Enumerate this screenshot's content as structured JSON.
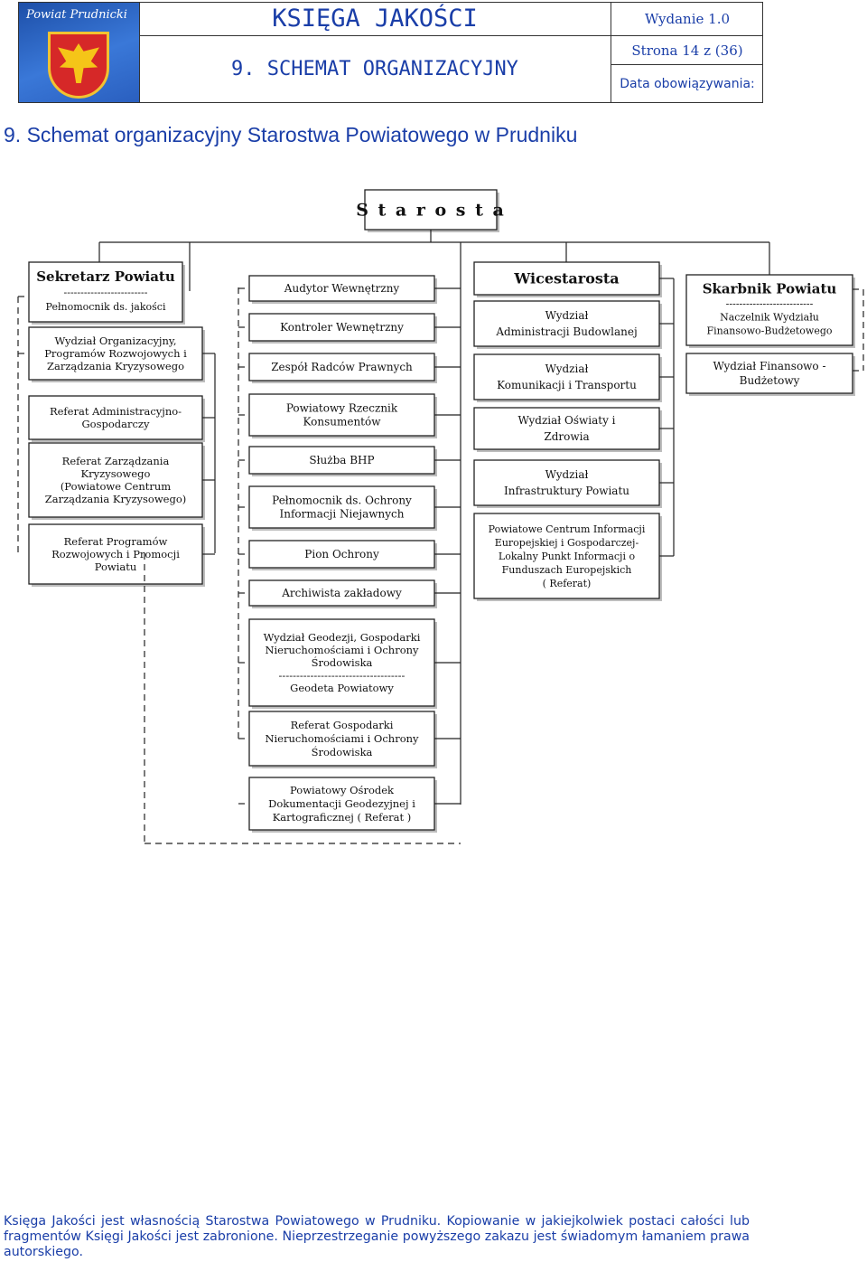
{
  "header": {
    "logo_text": "Powiat Prudnicki",
    "title": "KSIĘGA JAKOŚCI",
    "subtitle": "9. SCHEMAT ORGANIZACYJNY",
    "edition": "Wydanie 1.0",
    "page": "Strona 14 z (36)",
    "valid_from": "Data obowiązywania:"
  },
  "page_title": "9. Schemat organizacyjny Starostwa Powiatowego w Prudniku",
  "org_chart": {
    "root": "S t a r o s t a",
    "sekretarz": {
      "title": "Sekretarz Powiatu",
      "separator": "-------------------------",
      "subtitle": "Pełnomocnik ds. jakości",
      "units": [
        [
          "Wydział Organizacyjny,",
          "Programów Rozwojowych i",
          "Zarządzania Kryzysowego"
        ],
        [
          "Referat Administracyjno-",
          "Gospodarczy"
        ],
        [
          "Referat Zarządzania",
          "Kryzysowego",
          "(Powiatowe Centrum",
          "Zarządzania Kryzysowego)"
        ],
        [
          "Referat Programów",
          "Rozwojowych i Promocji",
          "Powiatu"
        ]
      ]
    },
    "starosta_units": [
      [
        "Audytor Wewnętrzny"
      ],
      [
        "Kontroler Wewnętrzny"
      ],
      [
        "Zespół Radców Prawnych"
      ],
      [
        "Powiatowy Rzecznik",
        "Konsumentów"
      ],
      [
        "Służba BHP"
      ],
      [
        "Pełnomocnik ds. Ochrony",
        "Informacji Niejawnych"
      ],
      [
        "Pion Ochrony"
      ],
      [
        "Archiwista zakładowy"
      ],
      [
        "Wydział Geodezji, Gospodarki",
        "Nieruchomościami i Ochrony",
        "Środowiska",
        "------------------------------------",
        "Geodeta Powiatowy"
      ],
      [
        "Referat Gospodarki",
        "Nieruchomościami i Ochrony",
        "Środowiska"
      ],
      [
        "Powiatowy Ośrodek",
        "Dokumentacji Geodezyjnej i",
        "Kartograficznej ( Referat )"
      ]
    ],
    "wicestarosta": {
      "title": "Wicestarosta",
      "units": [
        [
          "Wydział",
          "Administracji Budowlanej"
        ],
        [
          "Wydział",
          "Komunikacji i Transportu"
        ],
        [
          "Wydział Oświaty i",
          "Zdrowia"
        ],
        [
          "Wydział",
          "Infrastruktury Powiatu"
        ],
        [
          "Powiatowe Centrum Informacji",
          "Europejskiej i Gospodarczej-",
          "Lokalny Punkt Informacji o",
          "Funduszach Europejskich",
          "( Referat)"
        ]
      ]
    },
    "skarbnik": {
      "title": "Skarbnik Powiatu",
      "separator": "--------------------------",
      "subtitle": [
        "Naczelnik Wydziału",
        "Finansowo-Budżetowego"
      ],
      "units": [
        [
          "Wydział Finansowo -",
          "Budżetowy"
        ]
      ]
    }
  },
  "footer": "Księga Jakości jest własnością Starostwa Powiatowego w Prudniku. Kopiowanie w jakiejkolwiek postaci całości lub fragmentów Księgi Jakości jest zabronione. Nieprzestrzeganie powyższego zakazu jest świadomym łamaniem prawa autorskiego."
}
